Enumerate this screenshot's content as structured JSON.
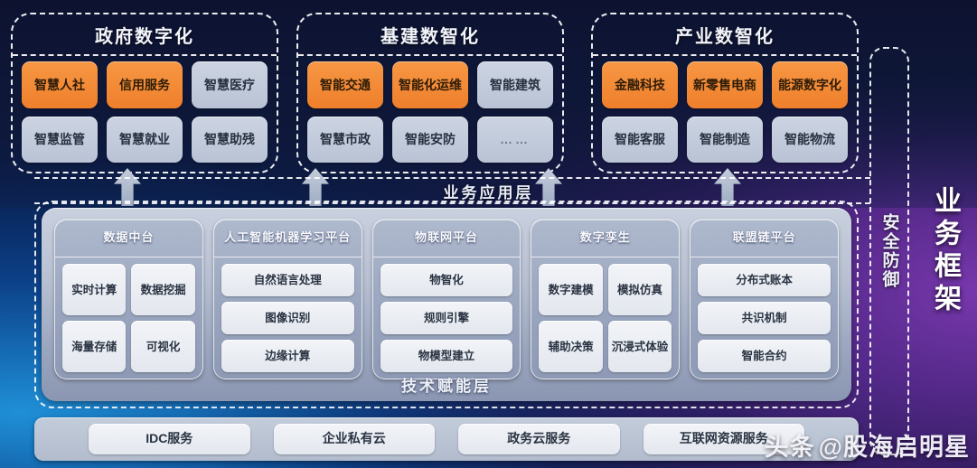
{
  "background": {
    "blue": "#0a2a62",
    "purple": "#6f35a8",
    "orange_accent": "#ef7f2b",
    "tile_grey": "#c5ced d"
  },
  "app_groups": [
    {
      "title": "政府数字化",
      "tiles": [
        {
          "label": "智慧人社",
          "style": "orange"
        },
        {
          "label": "信用服务",
          "style": "orange"
        },
        {
          "label": "智慧医疗",
          "style": "grey"
        },
        {
          "label": "智慧监管",
          "style": "grey"
        },
        {
          "label": "智慧就业",
          "style": "grey"
        },
        {
          "label": "智慧助残",
          "style": "grey"
        }
      ]
    },
    {
      "title": "基建数智化",
      "tiles": [
        {
          "label": "智能交通",
          "style": "orange"
        },
        {
          "label": "智能化运维",
          "style": "orange"
        },
        {
          "label": "智能建筑",
          "style": "grey"
        },
        {
          "label": "智慧市政",
          "style": "grey"
        },
        {
          "label": "智能安防",
          "style": "grey"
        },
        {
          "label": "……",
          "style": "dots"
        }
      ]
    },
    {
      "title": "产业数智化",
      "tiles": [
        {
          "label": "金融科技",
          "style": "orange"
        },
        {
          "label": "新零售电商",
          "style": "orange"
        },
        {
          "label": "能源数字化",
          "style": "orange"
        },
        {
          "label": "智能客服",
          "style": "grey"
        },
        {
          "label": "智能制造",
          "style": "grey"
        },
        {
          "label": "智能物流",
          "style": "grey"
        }
      ]
    }
  ],
  "layers": {
    "business_application": "业务应用层",
    "technology_enablement": "技术赋能层"
  },
  "tech_cards": [
    {
      "title": "数据中台",
      "columns": "two",
      "items": [
        "实时计算",
        "数据挖掘",
        "海量存储",
        "可视化"
      ]
    },
    {
      "title": "人工智能机器学习平台",
      "columns": "one",
      "items": [
        "自然语言处理",
        "图像识别",
        "边缘计算"
      ]
    },
    {
      "title": "物联网平台",
      "columns": "one",
      "items": [
        "物智化",
        "规则引擎",
        "物模型建立"
      ]
    },
    {
      "title": "数字孪生",
      "columns": "two",
      "items": [
        "数字建模",
        "模拟仿真",
        "辅助决策",
        "沉浸式体验"
      ]
    },
    {
      "title": "联盟链平台",
      "columns": "one",
      "items": [
        "分布式账本",
        "共识机制",
        "智能合约"
      ]
    }
  ],
  "infrastructure": [
    "IDC服务",
    "企业私有云",
    "政务云服务",
    "互联网资源服务"
  ],
  "side_labels": {
    "security": "安全防御",
    "framework": "业务框架"
  },
  "watermark": {
    "prefix": "头条",
    "handle": "@股海启明星"
  }
}
